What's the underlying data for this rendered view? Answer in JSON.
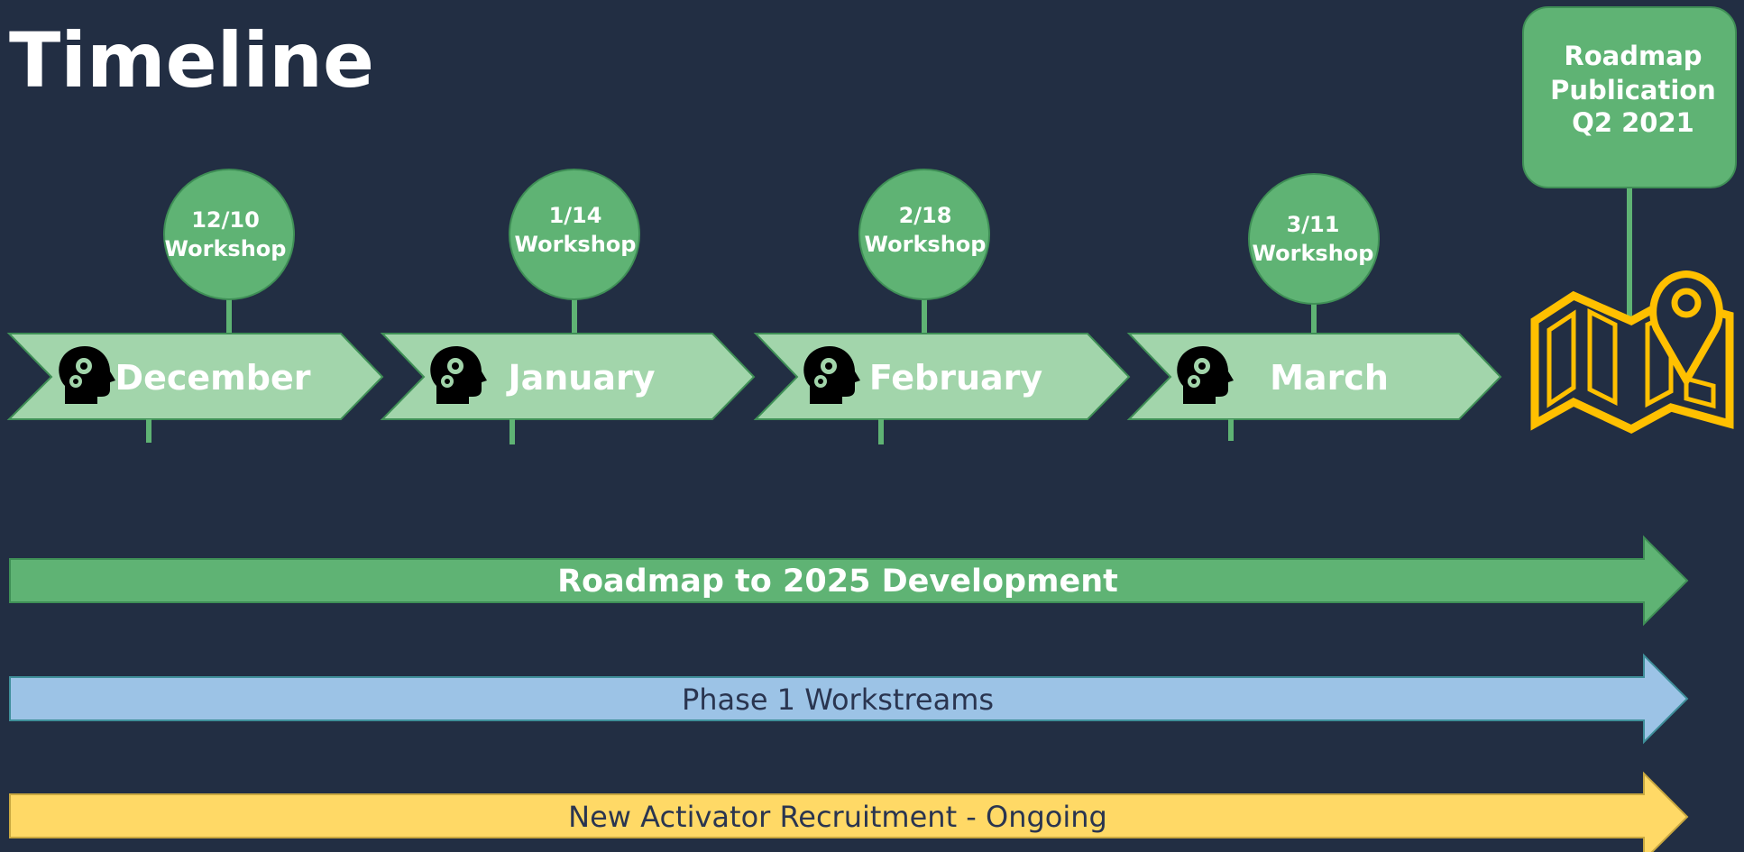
{
  "title": "Timeline",
  "colors": {
    "background": "#222e43",
    "green_dark": "#5fb374",
    "green_light": "#a2d5ab",
    "blue": "#9cc3e6",
    "yellow": "#ffd966",
    "gold": "#ffc000"
  },
  "months": [
    {
      "label": "December",
      "event_date": "12/10",
      "event_type": "Workshop",
      "icon": "head-gears-icon"
    },
    {
      "label": "January",
      "event_date": "1/14",
      "event_type": "Workshop",
      "icon": "head-gears-icon"
    },
    {
      "label": "February",
      "event_date": "2/18",
      "event_type": "Workshop",
      "icon": "head-gears-icon"
    },
    {
      "label": "March",
      "event_date": "3/11",
      "event_type": "Workshop",
      "icon": "head-gears-icon"
    }
  ],
  "milestone": {
    "line1": "Roadmap",
    "line2": "Publication",
    "line3": "Q2 2021",
    "icon": "map-pin-icon"
  },
  "arrows": [
    {
      "label": "Roadmap to 2025 Development",
      "color": "#5fb374"
    },
    {
      "label": "Phase 1 Workstreams",
      "color": "#9cc3e6"
    },
    {
      "label": "New Activator Recruitment - Ongoing",
      "color": "#ffd966"
    }
  ]
}
